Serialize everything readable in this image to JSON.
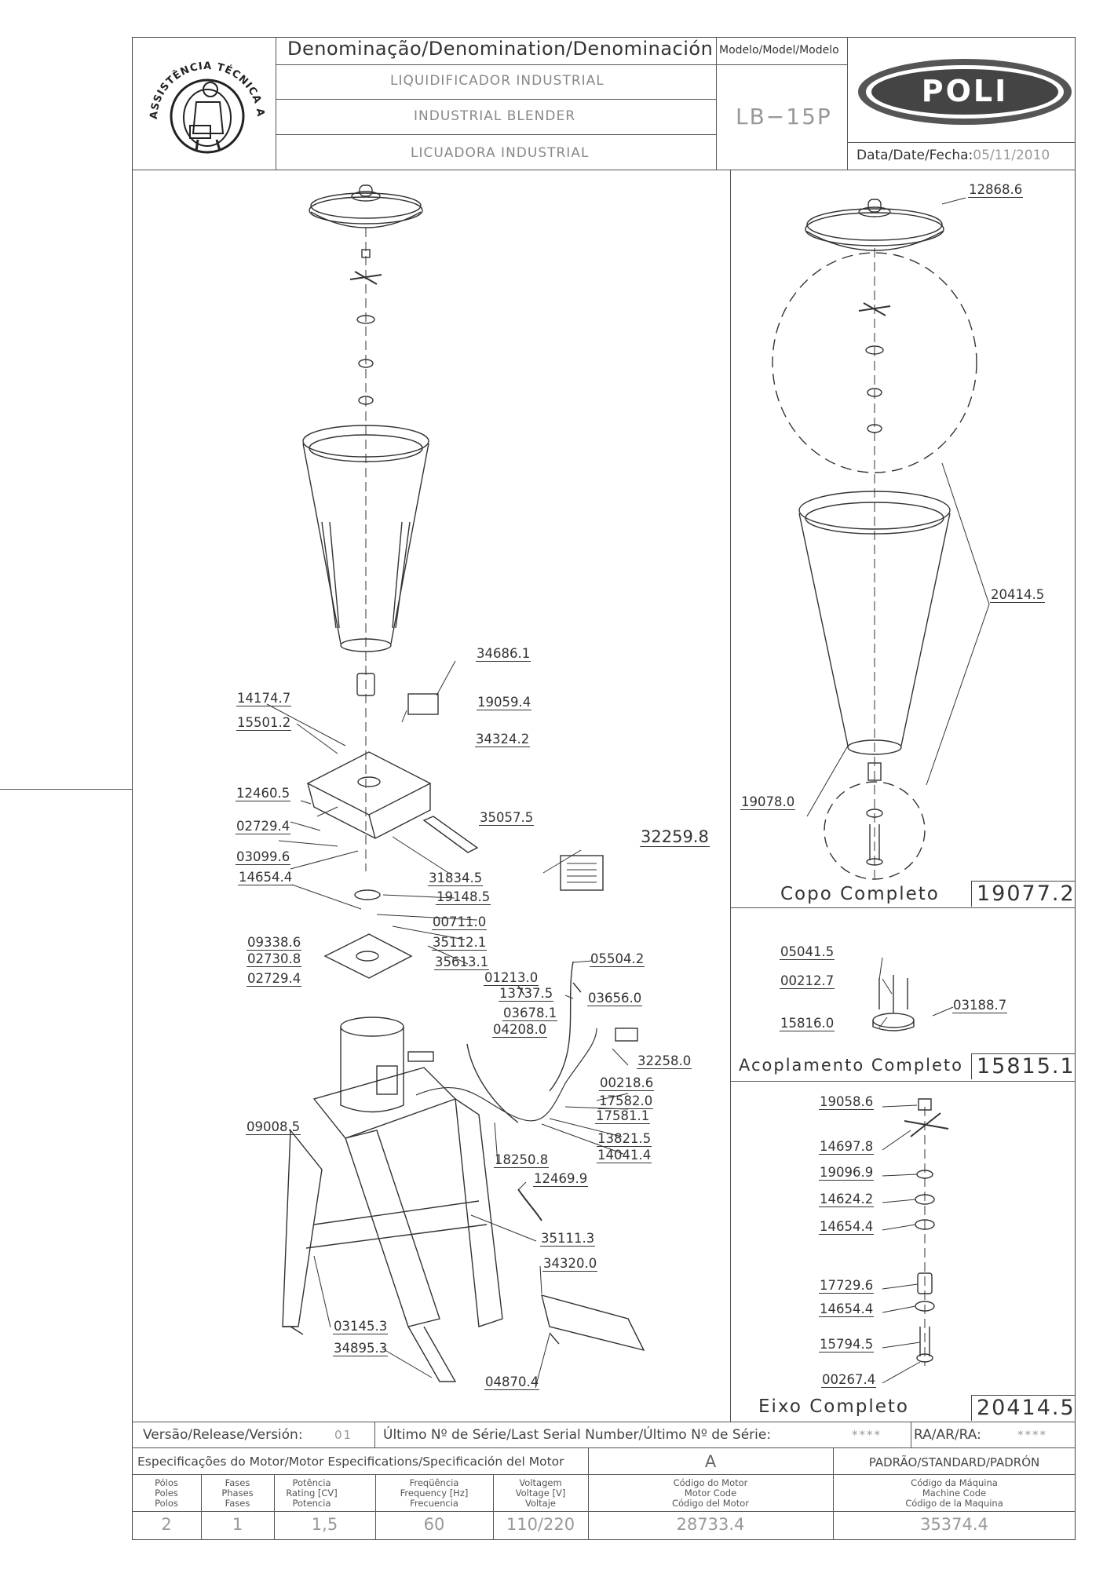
{
  "header": {
    "denomination_title": "Denominação/Denomination/Denominación",
    "model_title": "Modelo/Model/Modelo",
    "name_pt": "LIQUIDIFICADOR INDUSTRIAL",
    "name_en": "INDUSTRIAL BLENDER",
    "name_es": "LICUADORA INDUSTRIAL",
    "model": "LB−15P",
    "date_label": "Data/Date/Fecha:",
    "date": "05/11/2010",
    "brand": "POLI",
    "seal_text": "ASSISTÊNCIA TÉCNICA AUTORIZADA"
  },
  "main_parts": [
    "34686.1",
    "14174.7",
    "19059.4",
    "15501.2",
    "34324.2",
    "12460.5",
    "35057.5",
    "02729.4",
    "32259.8",
    "03099.6",
    "31834.5",
    "14654.4",
    "19148.5",
    "00711.0",
    "09338.6",
    "35112.1",
    "02730.8",
    "02729.4",
    "35613.1",
    "05504.2",
    "01213.0",
    "13737.5",
    "03656.0",
    "03678.1",
    "04208.0",
    "32258.0",
    "00218.6",
    "17582.0",
    "17581.1",
    "09008.5",
    "13821.5",
    "14041.4",
    "18250.8",
    "12469.9",
    "35111.3",
    "34320.0",
    "03145.3",
    "34895.3",
    "04870.4"
  ],
  "copo": {
    "parts": [
      "12868.6",
      "20414.5",
      "19078.0"
    ],
    "label": "Copo  Completo",
    "code": "19077.2"
  },
  "acoplamento": {
    "parts": [
      "05041.5",
      "00212.7",
      "03188.7",
      "15816.0"
    ],
    "label": "Acoplamento  Completo",
    "code": "15815.1"
  },
  "eixo": {
    "parts": [
      "19058.6",
      "14697.8",
      "19096.9",
      "14624.2",
      "14654.4",
      "17729.6",
      "14654.4",
      "15794.5",
      "00267.4"
    ],
    "label": "Eixo  Completo",
    "code": "20414.5"
  },
  "footer": {
    "release_label": "Versão/Release/Versión:",
    "release": "01",
    "serial_label": "Último Nº de Série/Last Serial Number/Último Nº de Série:",
    "serial": "****",
    "ra_label": "RA/AR/RA:",
    "ra": "****",
    "motor_spec_label": "Especificações do Motor/Motor Especifications/Specificación del Motor",
    "motor_class": "A",
    "standard_label": "PADRÃO/STANDARD/PADRÓN",
    "columns": [
      {
        "header": [
          "Pólos",
          "Poles",
          "Polos"
        ],
        "value": "2"
      },
      {
        "header": [
          "Fases",
          "Phases",
          "Fases"
        ],
        "value": "1"
      },
      {
        "header": [
          "Potência",
          "Rating [CV]",
          "Potencia"
        ],
        "value": "1,5"
      },
      {
        "header": [
          "Freqüência",
          "Frequency [Hz]",
          "Frecuencia"
        ],
        "value": "60"
      },
      {
        "header": [
          "Voltagem",
          "Voltage [V]",
          "Voltaje"
        ],
        "value": "110/220"
      },
      {
        "header": [
          "Código do Motor",
          "Motor Code",
          "Código del Motor"
        ],
        "value": "28733.4"
      },
      {
        "header": [
          "Código da Máquina",
          "Machine Code",
          "Código de la Maquina"
        ],
        "value": "35374.4"
      }
    ]
  }
}
